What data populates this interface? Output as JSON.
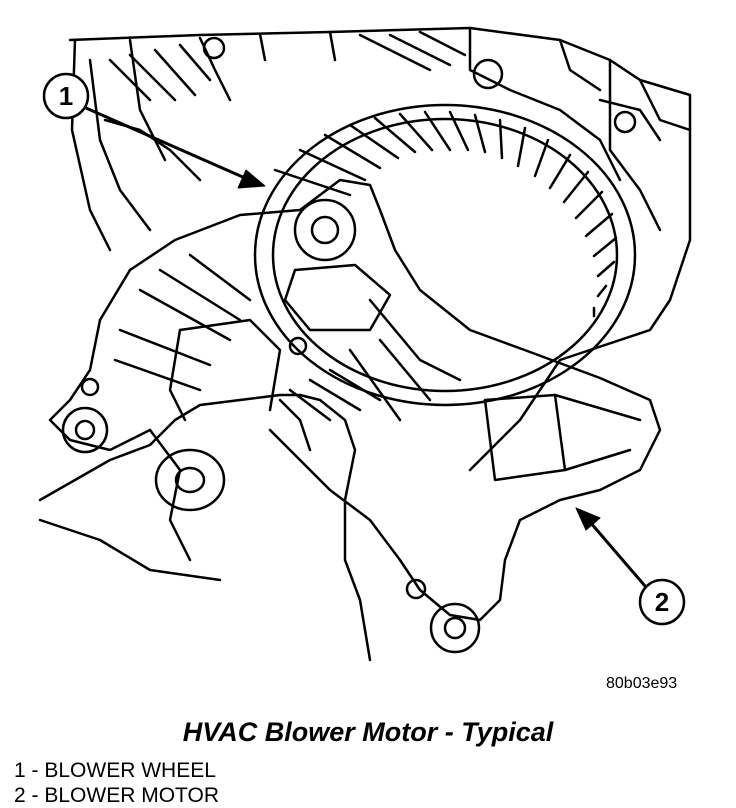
{
  "figure": {
    "code": "80b03e93",
    "caption": "HVAC Blower Motor - Typical"
  },
  "callouts": [
    {
      "number": "1",
      "target": "blower-wheel"
    },
    {
      "number": "2",
      "target": "blower-motor"
    }
  ],
  "legend": [
    {
      "number": "1",
      "separator": "-",
      "label": "BLOWER WHEEL"
    },
    {
      "number": "2",
      "separator": "-",
      "label": "BLOWER MOTOR"
    }
  ],
  "colors": {
    "ink": "#000000",
    "paper": "#ffffff"
  }
}
